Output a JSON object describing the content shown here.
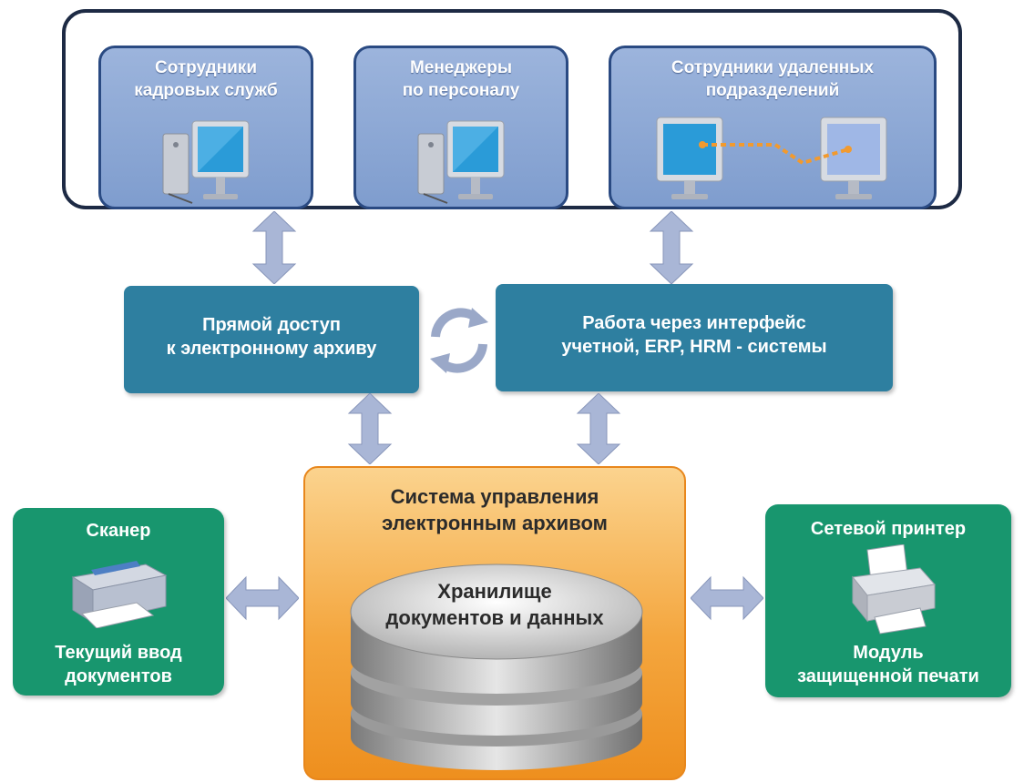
{
  "top_group": {
    "cards": [
      {
        "line1": "Сотрудники",
        "line2": "кадровых служб"
      },
      {
        "line1": "Менеджеры",
        "line2": "по персоналу"
      },
      {
        "line1": "Сотрудники удаленных",
        "line2": "подразделений"
      }
    ]
  },
  "access": {
    "direct": {
      "line1": "Прямой доступ",
      "line2": "к электронному архиву"
    },
    "interface": {
      "line1": "Работа через интерфейс",
      "line2": "учетной, ERP, HRM - системы"
    }
  },
  "core": {
    "title_line1": "Система управления",
    "title_line2": "электронным архивом",
    "storage_line1": "Хранилище",
    "storage_line2": "документов и данных"
  },
  "scanner": {
    "title": "Сканер",
    "caption_line1": "Текущий ввод",
    "caption_line2": "документов"
  },
  "printer": {
    "title": "Сетевой принтер",
    "caption_line1": "Модуль",
    "caption_line2": "защищенной печати"
  },
  "colors": {
    "user_card": "#8fa9d6",
    "teal": "#2e7fa0",
    "orange": "#f4a63e",
    "green": "#18966e",
    "arrow": "#a9b6d6"
  }
}
